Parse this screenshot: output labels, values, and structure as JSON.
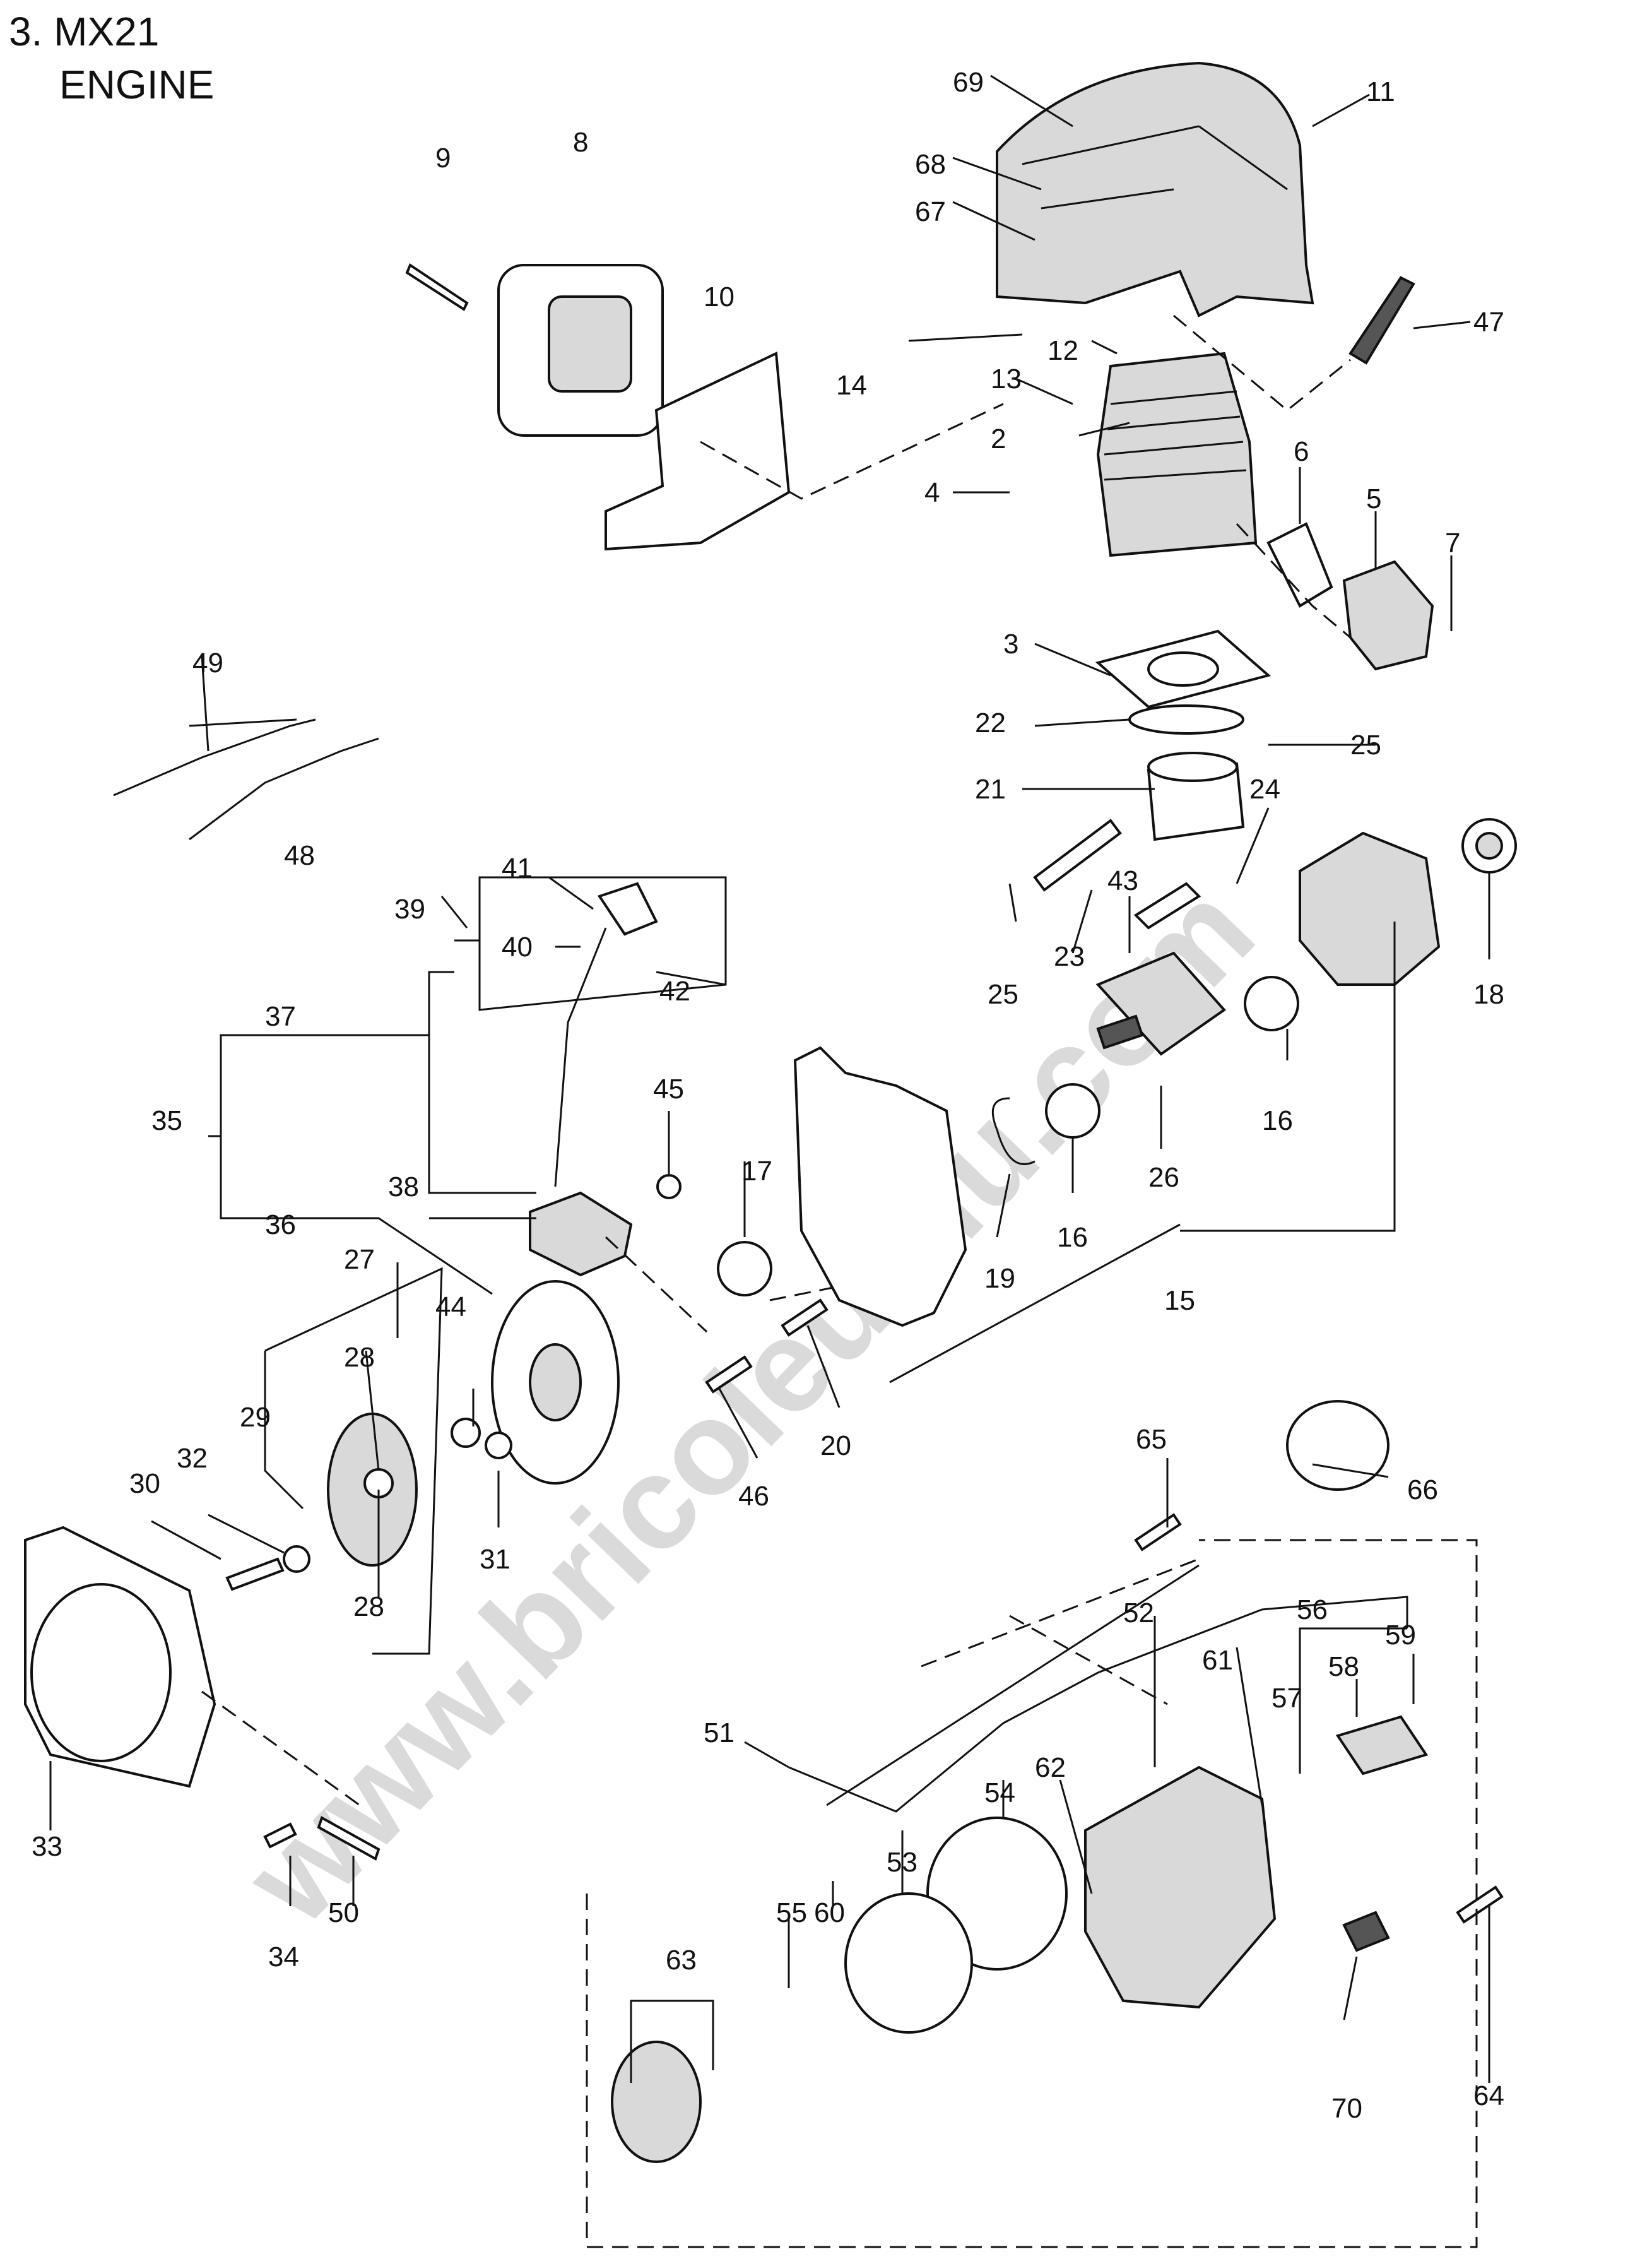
{
  "title": {
    "line1": "3. MX21",
    "line2": "ENGINE"
  },
  "watermark": "www.bricoleurdu.com",
  "labels": {
    "p2": "2",
    "p3": "3",
    "p4": "4",
    "p5": "5",
    "p6": "6",
    "p7": "7",
    "p8": "8",
    "p9": "9",
    "p10": "10",
    "p11": "11",
    "p12": "12",
    "p13": "13",
    "p14": "14",
    "p15": "15",
    "p16a": "16",
    "p16b": "16",
    "p17": "17",
    "p18": "18",
    "p19": "19",
    "p20": "20",
    "p21": "21",
    "p22": "22",
    "p23": "23",
    "p24": "24",
    "p25a": "25",
    "p25b": "25",
    "p26": "26",
    "p27": "27",
    "p28a": "28",
    "p28b": "28",
    "p29": "29",
    "p30": "30",
    "p31": "31",
    "p32": "32",
    "p33": "33",
    "p34": "34",
    "p35": "35",
    "p36": "36",
    "p37": "37",
    "p38": "38",
    "p39": "39",
    "p40": "40",
    "p41": "41",
    "p42": "42",
    "p43": "43",
    "p44": "44",
    "p45": "45",
    "p46": "46",
    "p47": "47",
    "p48": "48",
    "p49": "49",
    "p50": "50",
    "p51": "51",
    "p52": "52",
    "p53": "53",
    "p54": "54",
    "p55": "55",
    "p56": "56",
    "p57": "57",
    "p58": "58",
    "p59": "59",
    "p60": "60",
    "p61": "61",
    "p62": "62",
    "p63": "63",
    "p64": "64",
    "p65": "65",
    "p66": "66",
    "p67": "67",
    "p68": "68",
    "p69": "69",
    "p70": "70"
  }
}
